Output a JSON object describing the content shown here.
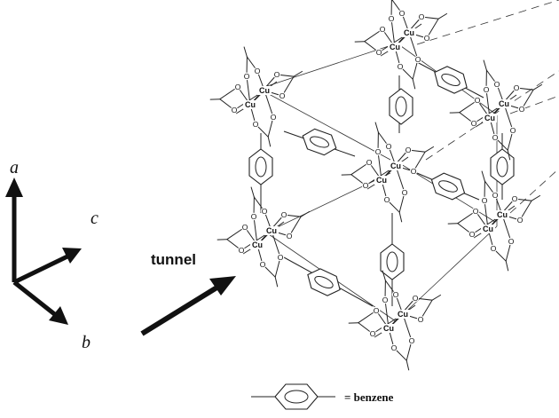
{
  "axes": {
    "a_label": "a",
    "b_label": "b",
    "c_label": "c"
  },
  "tunnel": {
    "label": "tunnel"
  },
  "legend": {
    "label": "= benzene"
  },
  "atoms": {
    "copper": "Cu",
    "oxygen": "O"
  },
  "colors": {
    "ink": "#111111",
    "background": "#ffffff"
  }
}
